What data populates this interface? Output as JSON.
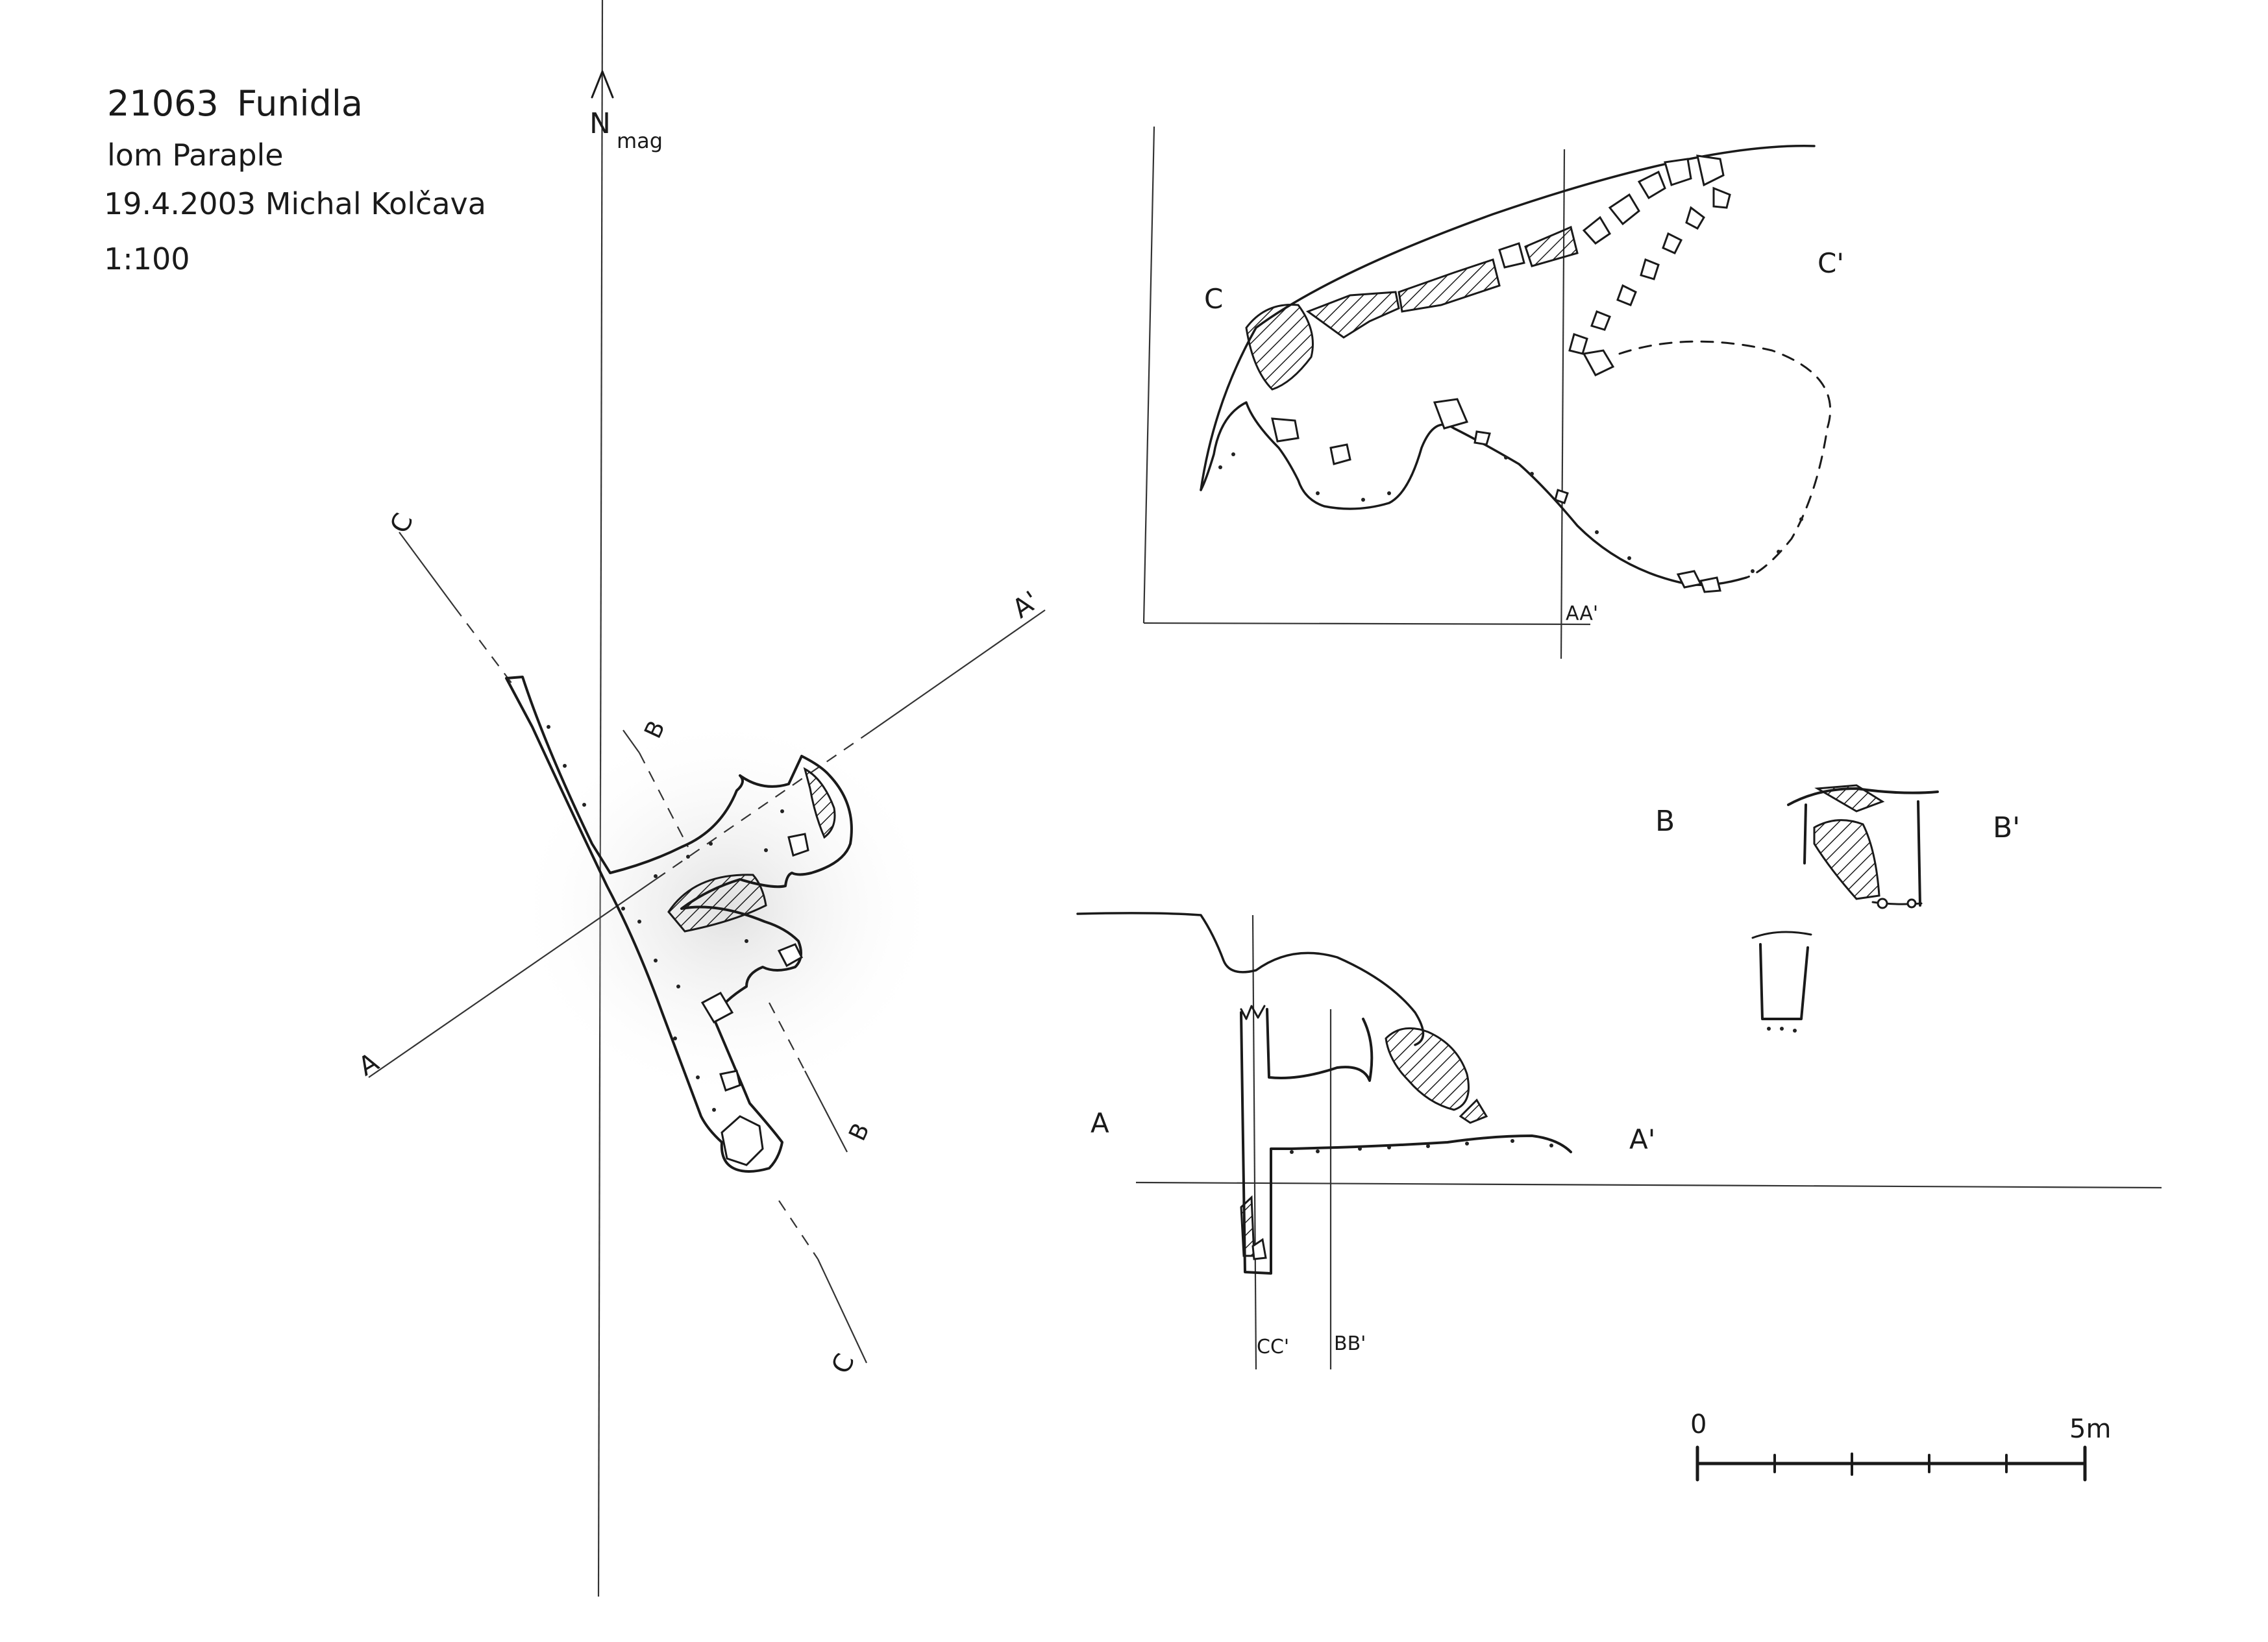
{
  "title": {
    "cave_id": "21063",
    "cave_name": "Funidla",
    "locality": "lom Paraple",
    "date_author": "19.4.2003 Michal Kolčava",
    "scale": "1:100"
  },
  "north_arrow": {
    "letter": "N",
    "subscript": "mag"
  },
  "plan_section_labels": {
    "a_start": "A",
    "a_end": "A'",
    "b_start": "B",
    "b_end": "B",
    "c_start": "C",
    "c_end": "C"
  },
  "section_cc": {
    "label_left": "C",
    "label_right": "C'",
    "crossing_label": "AA'"
  },
  "section_aa": {
    "label_left": "A",
    "label_right": "A'",
    "crossing_labels": [
      "CC'",
      "BB'"
    ]
  },
  "section_bb": {
    "label_left": "B",
    "label_right": "B'"
  },
  "scale_bar": {
    "start_label": "0",
    "end_label": "5m",
    "divisions": 5
  },
  "colors": {
    "ink": "#1a1a1a",
    "paper": "#ffffff",
    "shade": "#d9d9d9"
  }
}
